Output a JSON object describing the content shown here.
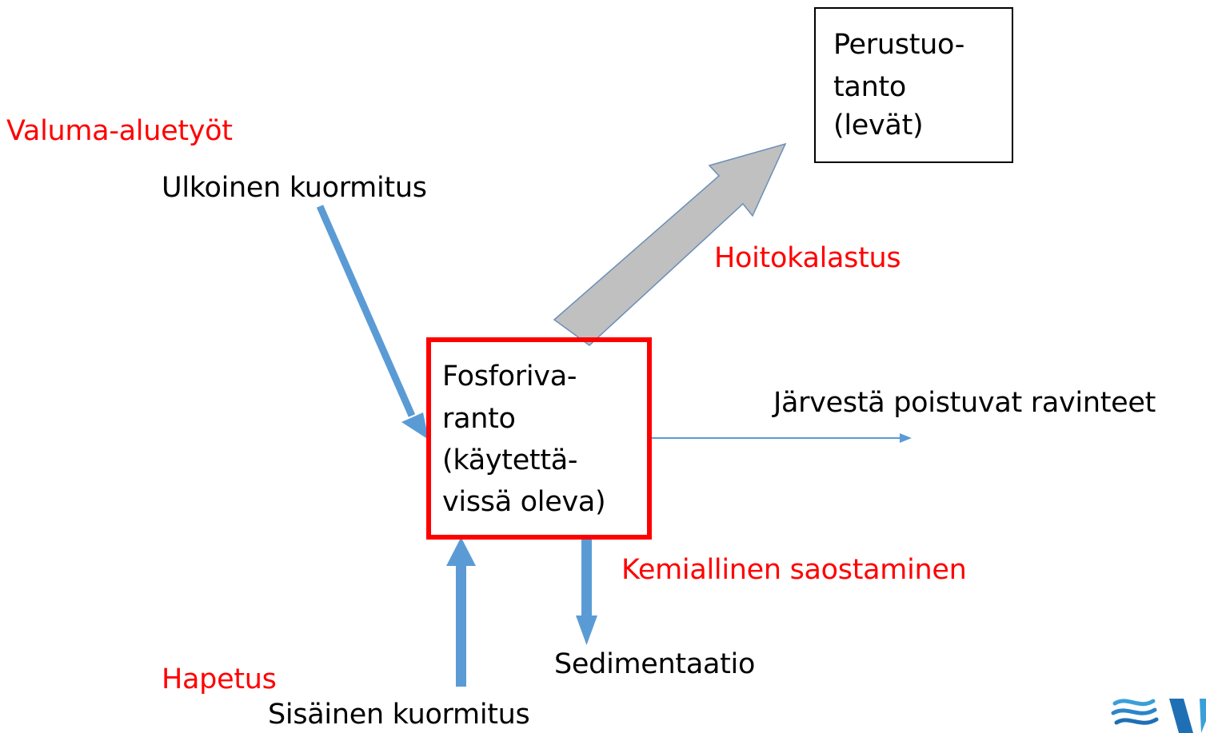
{
  "labels": {
    "valuma": "Valuma-aluetyöt",
    "ulkoinen": "Ulkoinen kuormitus",
    "hoitokalastus": "Hoitokalastus",
    "jarvesta": "Järvestä poistuvat ravinteet",
    "kemiallinen": "Kemiallinen saostaminen",
    "sedimentaatio": "Sedimentaatio",
    "hapetus": "Hapetus",
    "sisainen": "Sisäinen kuormitus"
  },
  "boxes": {
    "perustuotanto": {
      "line1": "Perustuo-",
      "line2": "tanto",
      "line3": "(levät)"
    },
    "fosforivaranto": {
      "line1": "Fosforiva-",
      "line2": "ranto",
      "line3": "(käytettä-",
      "line4": "vissä oleva)"
    }
  },
  "colors": {
    "measure_label": "#ff0000",
    "flow_arrow": "#5b9bd5",
    "production_arrow": "#c0c0c0",
    "reservoir_border": "#ff0000"
  },
  "icons": {
    "logo": "water-waves-logo"
  }
}
